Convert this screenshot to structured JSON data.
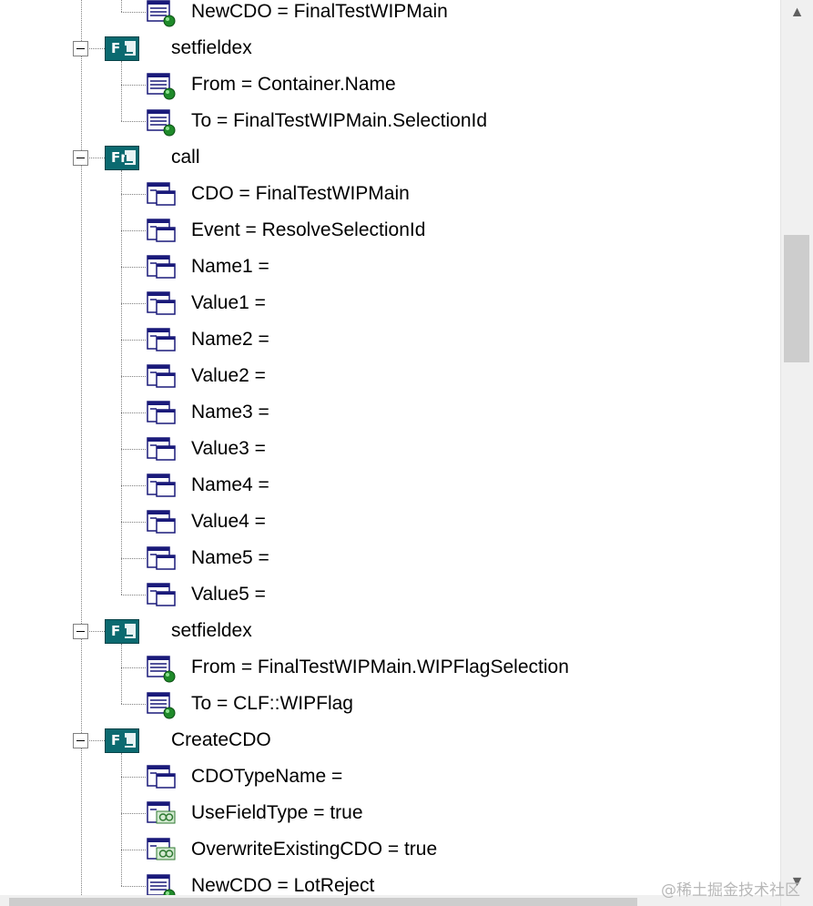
{
  "tree": {
    "top_item": {
      "label": "NewCDO = FinalTestWIPMain",
      "icon": "field-green-ball-icon"
    },
    "groups": [
      {
        "title": "setfieldex",
        "fn_glyph": "F",
        "icon": "function-icon",
        "children": [
          {
            "label": "From = Container.Name",
            "icon": "field-green-ball-icon"
          },
          {
            "label": "To = FinalTestWIPMain.SelectionId",
            "icon": "field-green-ball-icon"
          }
        ]
      },
      {
        "title": "call",
        "fn_glyph": "Fn",
        "icon": "function-icon",
        "children": [
          {
            "label": "CDO = FinalTestWIPMain",
            "icon": "window-param-icon"
          },
          {
            "label": "Event = ResolveSelectionId",
            "icon": "window-param-icon"
          },
          {
            "label": "Name1 =",
            "icon": "window-param-icon"
          },
          {
            "label": "Value1 =",
            "icon": "window-param-icon"
          },
          {
            "label": "Name2 =",
            "icon": "window-param-icon"
          },
          {
            "label": "Value2 =",
            "icon": "window-param-icon"
          },
          {
            "label": "Name3 =",
            "icon": "window-param-icon"
          },
          {
            "label": "Value3 =",
            "icon": "window-param-icon"
          },
          {
            "label": "Name4 =",
            "icon": "window-param-icon"
          },
          {
            "label": "Value4 =",
            "icon": "window-param-icon"
          },
          {
            "label": "Name5 =",
            "icon": "window-param-icon"
          },
          {
            "label": "Value5 =",
            "icon": "window-param-icon"
          }
        ]
      },
      {
        "title": "setfieldex",
        "fn_glyph": "F",
        "icon": "function-icon",
        "children": [
          {
            "label": "From = FinalTestWIPMain.WIPFlagSelection",
            "icon": "field-green-ball-icon"
          },
          {
            "label": "To = CLF::WIPFlag",
            "icon": "field-green-ball-icon"
          }
        ]
      },
      {
        "title": "CreateCDO",
        "fn_glyph": "F",
        "icon": "function-icon",
        "children": [
          {
            "label": "CDOTypeName =",
            "icon": "window-param-icon"
          },
          {
            "label": "UseFieldType = true",
            "icon": "boolean-param-icon"
          },
          {
            "label": "OverwriteExistingCDO = true",
            "icon": "boolean-param-icon"
          },
          {
            "label": "NewCDO = LotReject",
            "icon": "field-green-ball-icon"
          }
        ]
      }
    ]
  },
  "scrollbar": {
    "up_arrow": "▲",
    "down_arrow": "▼"
  },
  "watermark": "@稀土掘金技术社区"
}
